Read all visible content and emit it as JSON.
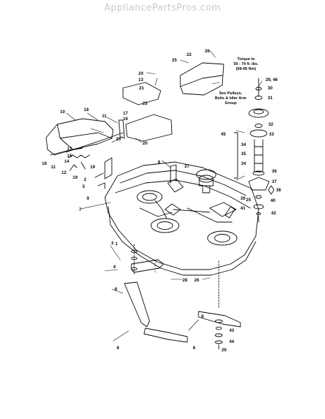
{
  "header": {
    "brand": "AppliancePartsPros.com"
  },
  "notes": {
    "torque": [
      "Torque to",
      "50 - 70 ft. lbs.",
      "(68-95 Nm)"
    ],
    "pulleys": [
      "See Pulleys,",
      "Belts & Idler Arm",
      "Group"
    ]
  },
  "callouts": [
    "1",
    "2",
    "3",
    "4",
    "5",
    "6",
    "7",
    "8",
    "8",
    "8",
    "8",
    "9",
    "10",
    "11",
    "11",
    "12",
    "13",
    "14",
    "15",
    "16",
    "16",
    "17",
    "17",
    "18",
    "19",
    "19",
    "20",
    "21",
    "22",
    "23",
    "24",
    "25",
    "25",
    "25",
    "26",
    "26",
    "27",
    "28",
    "29",
    "29, 46",
    "30",
    "31",
    "32",
    "33",
    "34",
    "34",
    "35",
    "36",
    "37",
    "38",
    "39",
    "40",
    "41",
    "42",
    "43",
    "44",
    "45"
  ],
  "colors": {
    "line": "#000000",
    "watermark": "#c9c9c9",
    "background": "#ffffff"
  }
}
